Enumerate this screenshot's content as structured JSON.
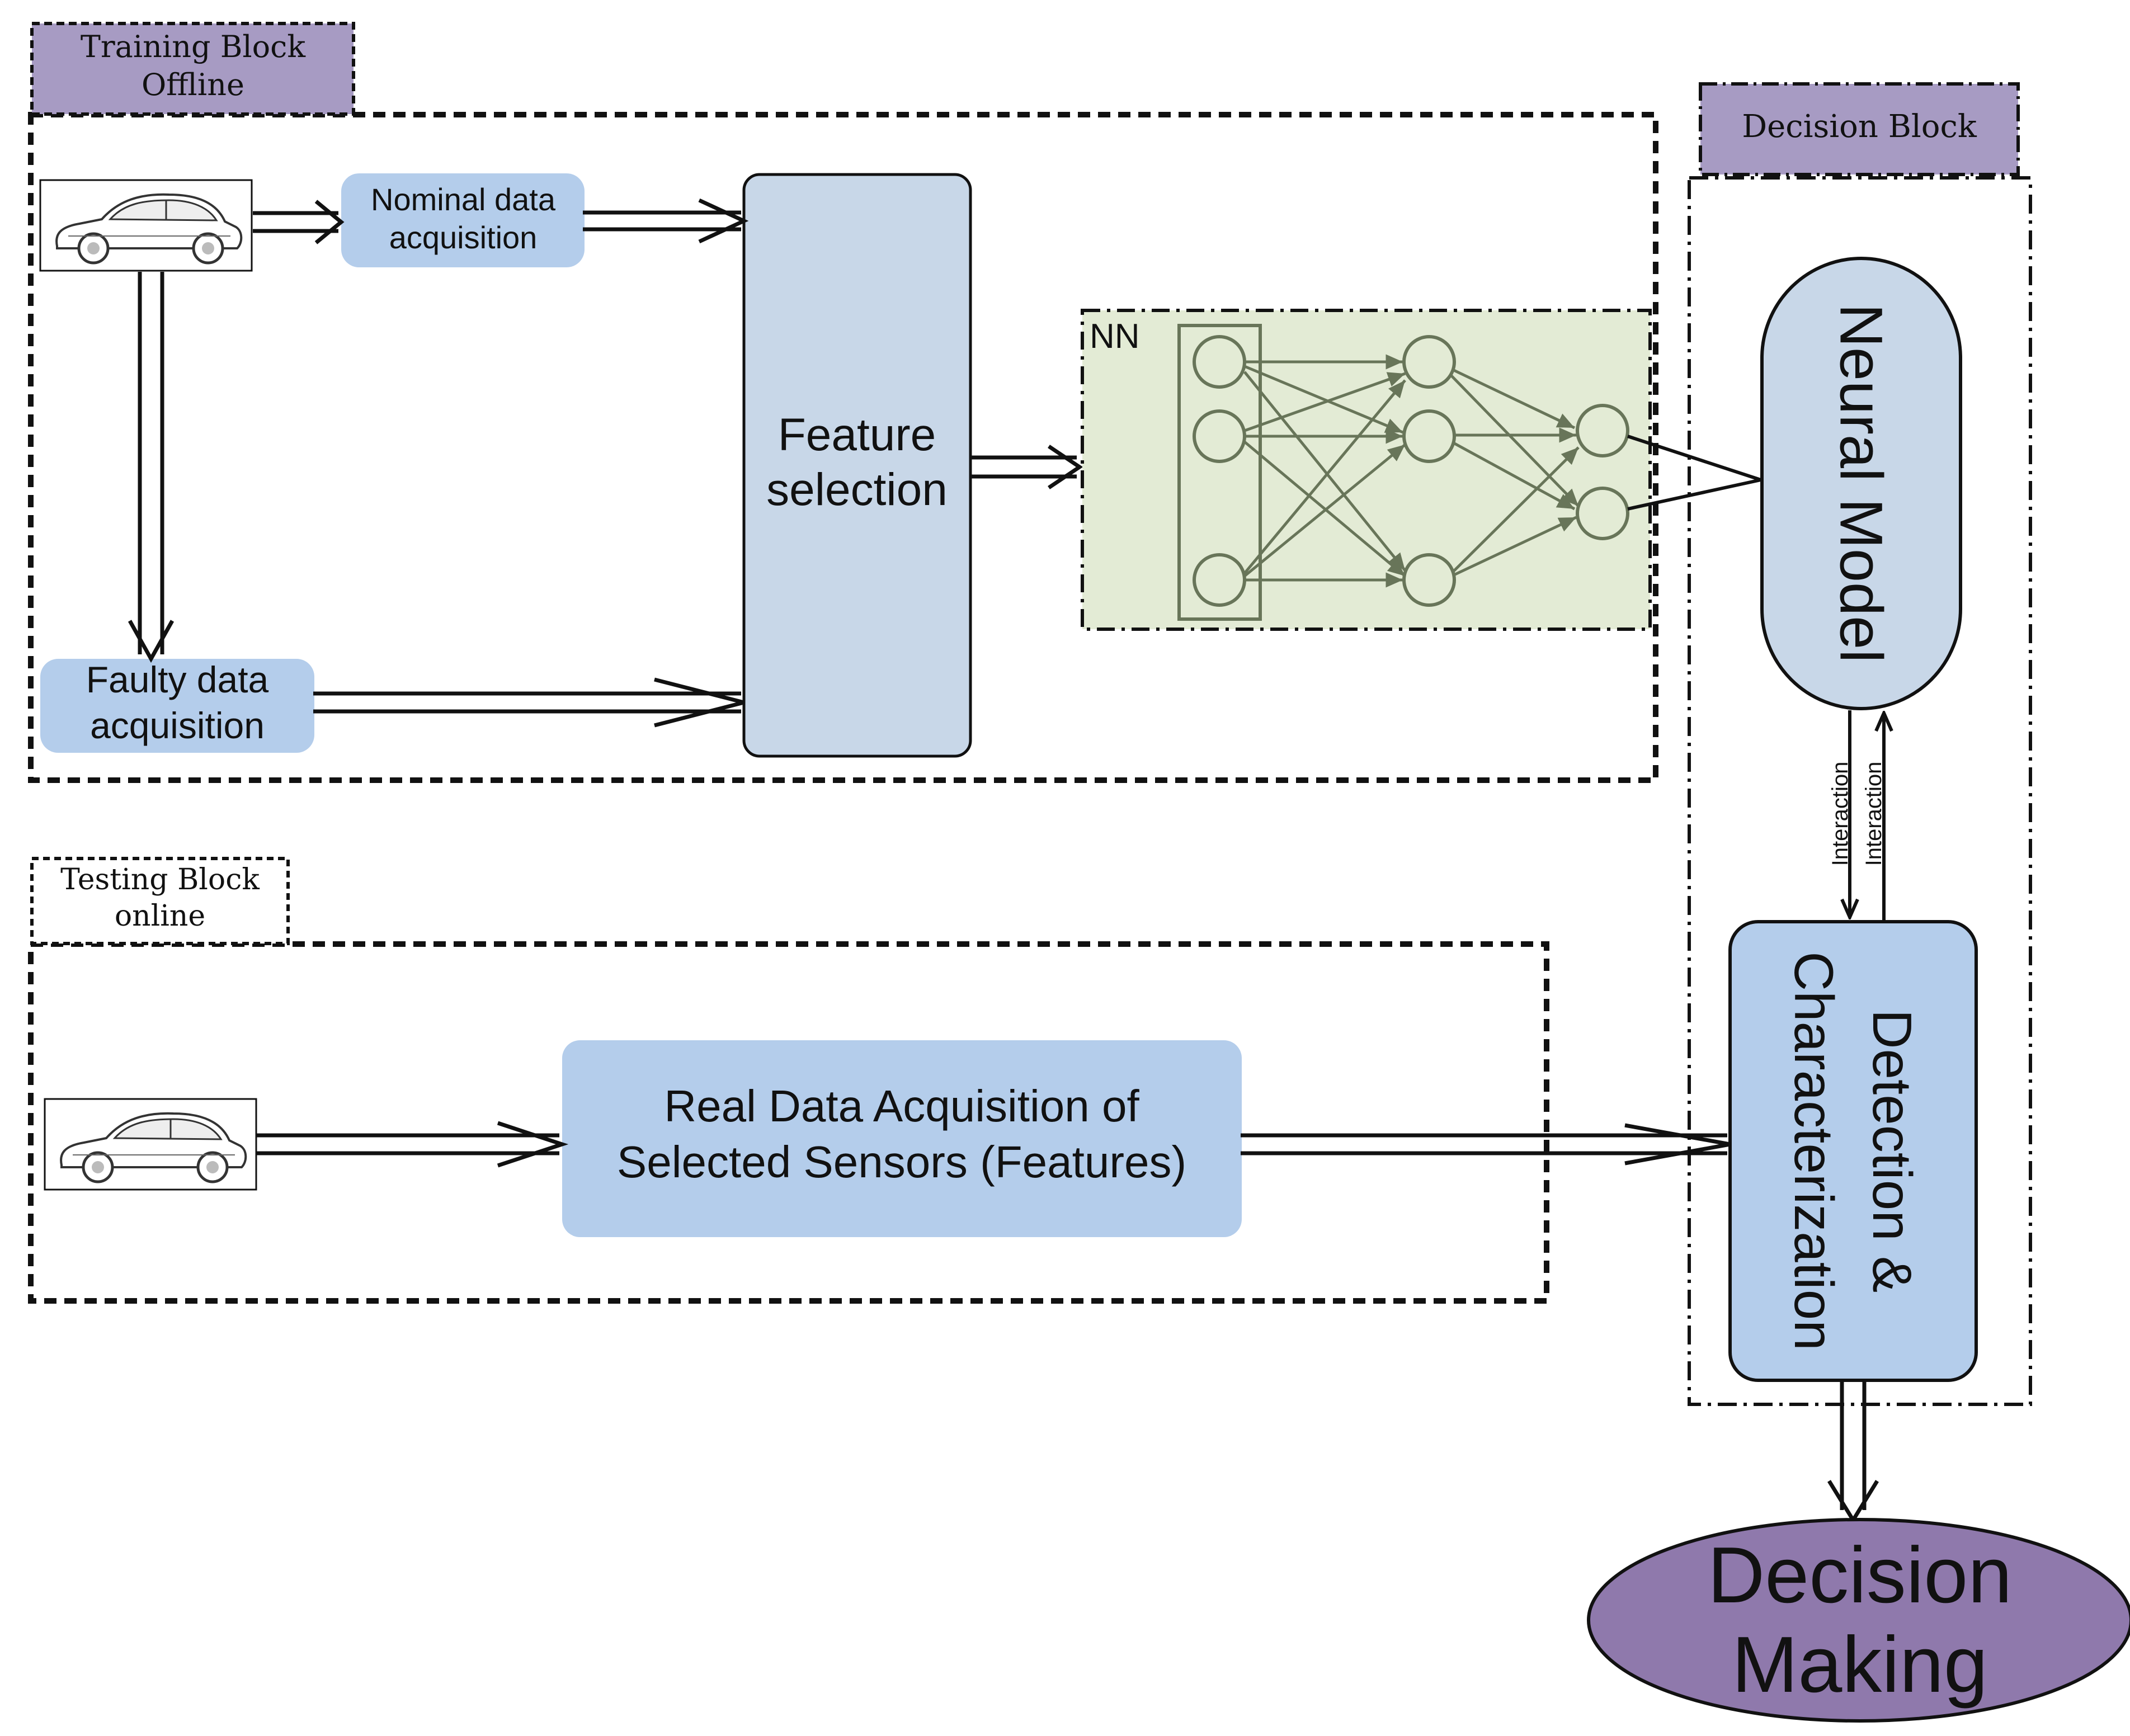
{
  "training_block": {
    "title_line1": "Training Block",
    "title_line2": "Offline"
  },
  "testing_block": {
    "title_line1": "Testing Block",
    "title_line2": "online"
  },
  "decision_block": {
    "title": "Decision  Block"
  },
  "nominal_acquisition": {
    "line1": "Nominal data",
    "line2": "acquisition"
  },
  "faulty_acquisition": {
    "line1": "Faulty data",
    "line2": "acquisition"
  },
  "feature_selection": {
    "line1": "Feature",
    "line2": "selection"
  },
  "nn": {
    "label": "NN"
  },
  "neural_model": {
    "label": "Neural Model"
  },
  "real_acquisition": {
    "line1": "Real Data Acquisition of",
    "line2": "Selected Sensors (Features)"
  },
  "detection": {
    "line1": "Detection &",
    "line2": "Characterization"
  },
  "interaction": {
    "down_label": "Interaction",
    "up_label": "Interaction"
  },
  "decision_making": {
    "line1": "Decision",
    "line2": "Making"
  },
  "icons": {
    "training_car": "car-icon",
    "testing_car": "car-icon"
  },
  "colors": {
    "block_label_fill": "#a79bc3",
    "process_fill": "#b4cdeb",
    "feature_fill": "#c8d7e8",
    "nn_fill": "#e3ebd5",
    "nn_stroke": "#687559",
    "decision_fill": "#8f79ac"
  }
}
